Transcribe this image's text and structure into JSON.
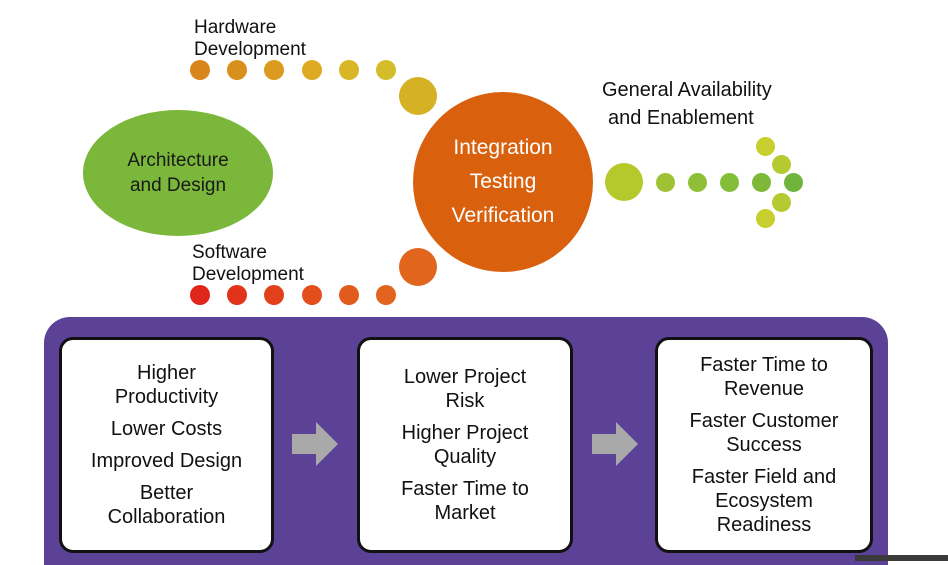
{
  "diagram": {
    "hardware_label": [
      "Hardware",
      "Development"
    ],
    "software_label": [
      "Software",
      "Development"
    ],
    "architecture": [
      "Architecture",
      "and Design"
    ],
    "integration": [
      "Integration",
      "Testing",
      "Verification"
    ],
    "general_availability": [
      "General Availability",
      "and Enablement"
    ]
  },
  "benefits": [
    {
      "items": [
        [
          "Higher",
          "Productivity"
        ],
        [
          "Lower Costs"
        ],
        [
          "Improved Design"
        ],
        [
          "Better",
          "Collaboration"
        ]
      ]
    },
    {
      "items": [
        [
          "Lower Project",
          "Risk"
        ],
        [
          "Higher Project",
          "Quality"
        ],
        [
          "Faster Time to",
          "Market"
        ]
      ]
    },
    {
      "items": [
        [
          "Faster Time to",
          "Revenue"
        ],
        [
          "Faster Customer",
          "Success"
        ],
        [
          "Faster Field and",
          "Ecosystem",
          "Readiness"
        ]
      ]
    }
  ],
  "colors": {
    "architecture": "#7ab73a",
    "integration": "#d9610e",
    "panel": "#5b4296",
    "arrow": "#a9a9a9"
  }
}
